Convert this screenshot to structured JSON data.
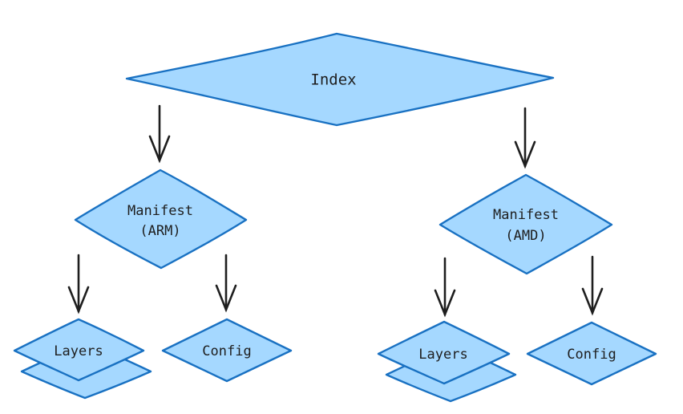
{
  "nodes": {
    "index": {
      "label": "Index"
    },
    "manifest_arm": {
      "line1": "Manifest",
      "line2": "(ARM)"
    },
    "manifest_amd": {
      "line1": "Manifest",
      "line2": "(AMD)"
    },
    "layers_arm": {
      "label": "Layers"
    },
    "config_arm": {
      "label": "Config"
    },
    "layers_amd": {
      "label": "Layers"
    },
    "config_amd": {
      "label": "Config"
    }
  },
  "colors": {
    "fill": "#a5d8ff",
    "stroke": "#1971c2",
    "arrow": "#1e1e1e"
  }
}
